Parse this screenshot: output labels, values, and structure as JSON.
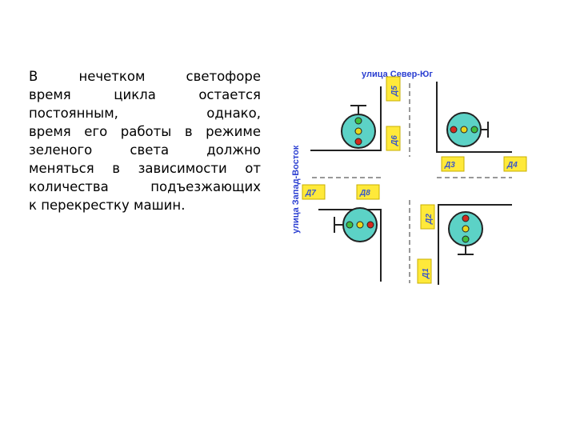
{
  "paragraph": {
    "lines": [
      "В нечетком светофоре",
      "время цикла остается",
      "постоянным, однако,",
      "время его работы в режиме",
      "зеленого света должно",
      "меняться в зависимости от",
      "количества подъезжающих",
      "к перекрестку машин."
    ]
  },
  "diagram": {
    "street_north_south": "улица Север-Юг",
    "street_west_east": "улица Запад-Восток",
    "detectors": {
      "d1": "Д1",
      "d2": "Д2",
      "d3": "Д3",
      "d4": "Д4",
      "d5": "Д5",
      "d6": "Д6",
      "d7": "Д7",
      "d8": "Д8"
    },
    "colors": {
      "housing": "#5cd2c6",
      "red": "#d42a1e",
      "yellow": "#e8d61c",
      "green": "#3fbf3f",
      "detector": "#ffe93a",
      "label_text": "#2b3fd1"
    }
  }
}
